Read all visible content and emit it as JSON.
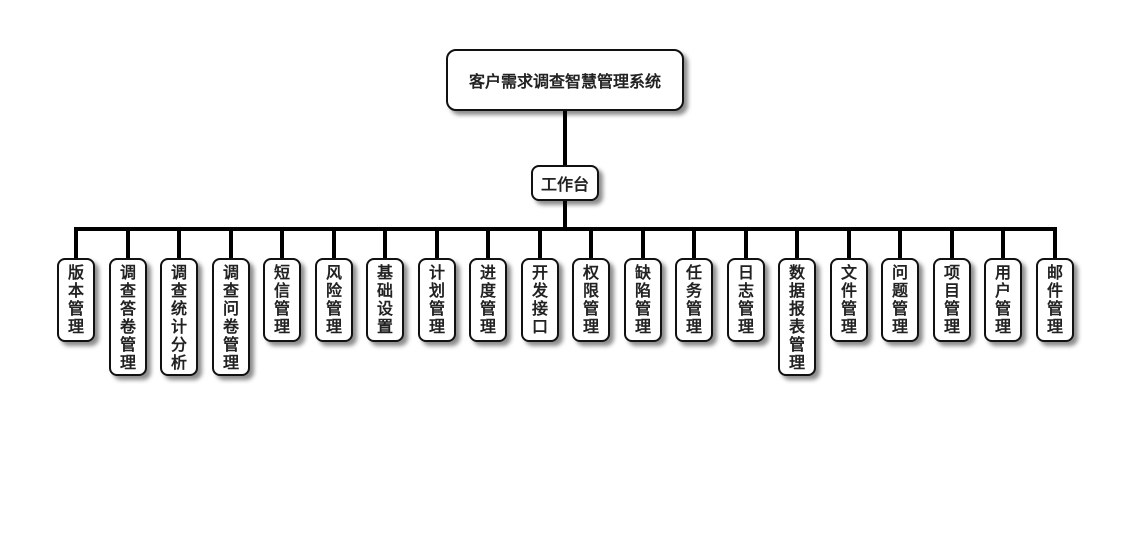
{
  "diagram": {
    "root": "客户需求调查智慧管理系统",
    "hub": "工作台",
    "modules": [
      "版本管理",
      "调查答卷管理",
      "调查统计分析",
      "调查问卷管理",
      "短信管理",
      "风险管理",
      "基础设置",
      "计划管理",
      "进度管理",
      "开发接口",
      "权限管理",
      "缺陷管理",
      "任务管理",
      "日志管理",
      "数据报表管理",
      "文件管理",
      "问题管理",
      "项目管理",
      "用户管理",
      "邮件管理"
    ]
  }
}
